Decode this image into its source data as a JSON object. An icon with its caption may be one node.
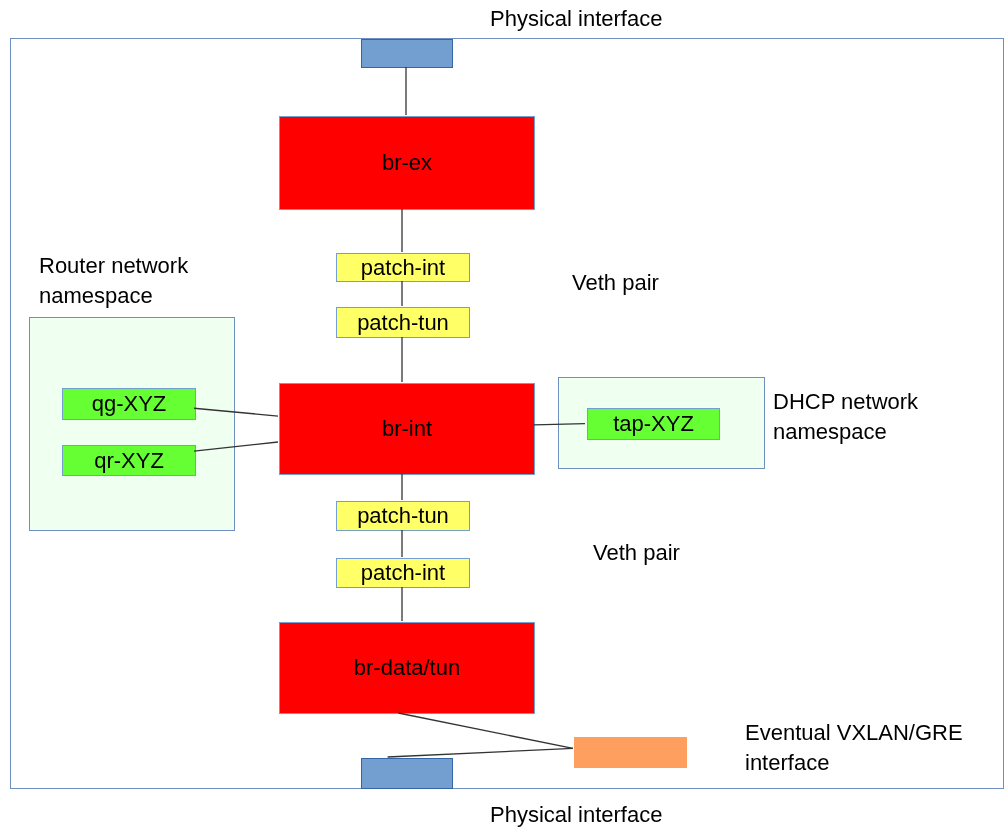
{
  "diagram": {
    "nodes": [
      {
        "text": [],
        "shape": "box"
      },
      {
        "text": [],
        "shape": "box",
        "beside": [
          "Physical interface"
        ],
        "in": 0
      },
      {
        "text": [
          "br-ex"
        ],
        "in": 0
      },
      {
        "text": [
          "patch-int"
        ],
        "in": 0
      },
      {
        "text": [
          "patch-tun"
        ],
        "in": 0
      },
      {
        "text": [
          "Router network namespace"
        ],
        "in": 0
      },
      {
        "text": [
          "qg-XYZ"
        ],
        "in": 5
      },
      {
        "text": [
          "qr-XYZ"
        ],
        "in": 5
      },
      {
        "text": [
          "br-int"
        ],
        "in": 0
      },
      {
        "text": [
          "DHCP network namespace"
        ],
        "in": 0
      },
      {
        "text": [
          "tap-XYZ"
        ],
        "in": 9
      },
      {
        "text": [
          "patch-tun"
        ],
        "in": 0
      },
      {
        "text": [
          "patch-int"
        ],
        "in": 0
      },
      {
        "text": [
          "br-data/tun"
        ],
        "in": 0
      },
      {
        "text": [],
        "shape": "box",
        "beside": [
          "Eventual VXLAN/GRE interface"
        ],
        "in": 0
      },
      {
        "text": [],
        "shape": "box",
        "beside": [
          "Physical interface"
        ],
        "in": 0
      }
    ],
    "edges": [
      {
        "from": 1,
        "to": 2,
        "arrow": "none"
      },
      {
        "from": 2,
        "to": 3,
        "arrow": "none"
      },
      {
        "from": 3,
        "to": 4,
        "arrow": "none"
      },
      {
        "from": 4,
        "to": 8,
        "arrow": "none"
      },
      {
        "from": 6,
        "to": 8,
        "arrow": "none"
      },
      {
        "from": 7,
        "to": 8,
        "arrow": "none"
      },
      {
        "from": 8,
        "to": 10,
        "arrow": "none"
      },
      {
        "from": 8,
        "to": 11,
        "arrow": "none"
      },
      {
        "from": 11,
        "to": 12,
        "arrow": "none"
      },
      {
        "from": 12,
        "to": 13,
        "arrow": "none"
      },
      {
        "from": 13,
        "to": 14,
        "arrow": "none"
      },
      {
        "from": 14,
        "to": 15,
        "arrow": "none"
      }
    ],
    "labels": [
      "Veth pair",
      "Veth pair"
    ]
  }
}
